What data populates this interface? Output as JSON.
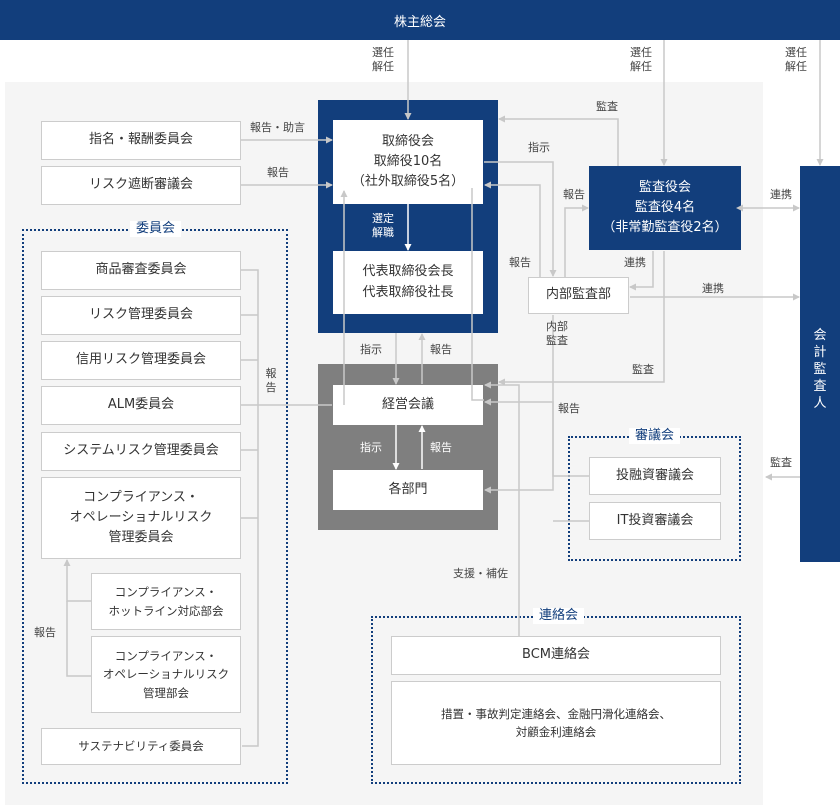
{
  "top": {
    "shareholders": "株主総会"
  },
  "auditor": {
    "name_chars": [
      "会",
      "計",
      "監",
      "査",
      "人"
    ]
  },
  "board": {
    "name": "取締役会\n取締役10名\n（社外取締役5名）",
    "rep": "代表取締役会長\n代表取締役社長",
    "select_label": "選定\n解職"
  },
  "audit_board": {
    "name": "監査役会\n監査役4名\n（非常勤監査役2名）"
  },
  "internal_audit": {
    "name": "内部監査部",
    "label": "内部\n監査"
  },
  "left_top": {
    "nomination": "指名・報酬委員会",
    "risk_block": "リスク遮断審議会"
  },
  "committees": {
    "title": "委員会",
    "items": [
      "商品審査委員会",
      "リスク管理委員会",
      "信用リスク管理委員会",
      "ALM委員会",
      "システムリスク管理委員会",
      "コンプライアンス・\nオペレーショナルリスク\n管理委員会"
    ],
    "sub_items": [
      "コンプライアンス・\nホットライン対応部会",
      "コンプライアンス・\nオペレーショナルリスク\n管理部会"
    ],
    "sustainability": "サステナビリティ委員会"
  },
  "management": {
    "meeting": "経営会議",
    "departments": "各部門"
  },
  "councils": {
    "title": "審議会",
    "items": [
      "投融資審議会",
      "IT投資審議会"
    ]
  },
  "liaison": {
    "title": "連絡会",
    "bcm": "BCM連絡会",
    "others": "措置・事故判定連絡会、金融円滑化連絡会、\n対顧金利連絡会"
  },
  "labels": {
    "elect": "選任\n解任",
    "report_advice": "報告・助言",
    "report": "報告",
    "instruct": "指示",
    "audit": "監査",
    "cooperate": "連携",
    "support": "支援・補佐"
  },
  "colors": {
    "navy": "#123e7c",
    "gray": "#7f7f7f",
    "panel": "#f5f5f5",
    "line": "#c8c8c8"
  }
}
